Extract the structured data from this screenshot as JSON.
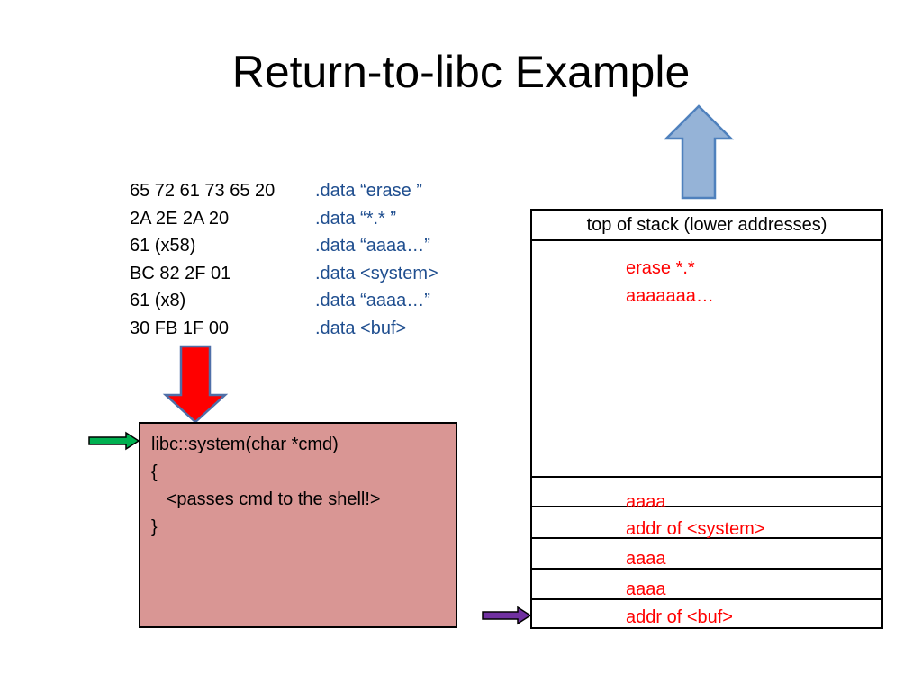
{
  "title": "Return-to-libc Example",
  "payload": [
    {
      "hex": "65 72 61 73 65 20",
      "data": ".data “erase ”"
    },
    {
      "hex": "2A 2E 2A 20",
      "data": ".data “*.* ”"
    },
    {
      "hex": "61 (x58)",
      "data": ".data “aaaa…”"
    },
    {
      "hex": "BC 82 2F 01",
      "data": ".data <system>"
    },
    {
      "hex": "61 (x8)",
      "data": ".data “aaaa…”"
    },
    {
      "hex": "30 FB 1F 00",
      "data": ".data <buf>"
    }
  ],
  "code_box": {
    "lines": [
      "libc::system(char *cmd)",
      "{",
      "   <passes cmd to the shell!>",
      "}"
    ]
  },
  "stack": {
    "header": "top of stack (lower addresses)",
    "buffer_lines": [
      "erase *.*",
      "aaaaaaa…"
    ],
    "slots": [
      "aaaa",
      "addr of <system>",
      "aaaa",
      "aaaa",
      "addr of <buf>"
    ]
  },
  "colors": {
    "code_box_fill": "#d99694",
    "stack_text": "#ff0000",
    "data_text": "#1f4e8f",
    "up_arrow_fill": "#95b3d7",
    "up_arrow_stroke": "#4f81bd",
    "down_arrow_fill": "#ff0000",
    "down_arrow_stroke": "#4f6fa8",
    "green_arrow": "#00b050",
    "purple_arrow": "#7030a0"
  },
  "icons": {
    "up_arrow": "up-arrow-icon",
    "down_arrow": "down-arrow-icon",
    "green_pointer": "green-right-arrow-icon",
    "purple_pointer": "purple-right-arrow-icon"
  }
}
